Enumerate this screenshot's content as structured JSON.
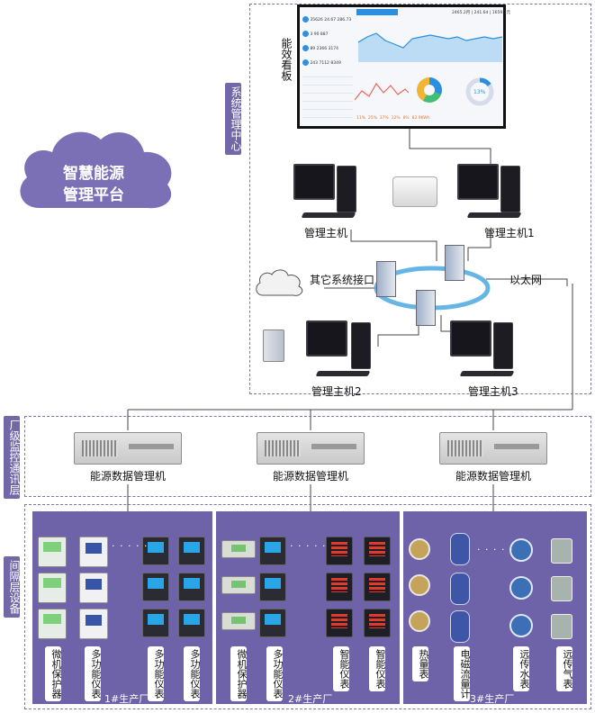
{
  "cloud_title": {
    "line1": "智慧能源",
    "line2": "管理平台"
  },
  "tiers": {
    "management_center": "系统管理中心",
    "factory_comm": "厂级监控通讯层",
    "bay_devices": "间隔层设备"
  },
  "dashboard_label": "能效看板",
  "dashboard": {
    "date_text": "2465.2月 | 241.6d | 1659.1元",
    "stats": [
      [
        "35626",
        "24.67",
        "286.73"
      ],
      [
        "3",
        "90",
        "887"
      ],
      [
        "89",
        "2366",
        "3174"
      ],
      [
        "243",
        "7112",
        "8349"
      ]
    ],
    "ring_value": "13%",
    "bottom_values": [
      "11%",
      "25%",
      "37%",
      "12%",
      "8%",
      "82.9KWh"
    ]
  },
  "management_hosts": {
    "host": "管理主机",
    "host1": "管理主机1",
    "host2": "管理主机2",
    "host3": "管理主机3"
  },
  "network": {
    "other_systems": "其它系统接口",
    "ethernet": "以太网"
  },
  "data_servers": [
    "能源数据管理机",
    "能源数据管理机",
    "能源数据管理机"
  ],
  "factories": [
    {
      "name": "1#生产厂",
      "devices": [
        "微机保护器",
        "多功能仪表",
        "多功能仪表",
        "多功能仪表"
      ]
    },
    {
      "name": "2#生产厂",
      "devices": [
        "微机保护器",
        "多功能仪表",
        "智能仪表",
        "智能仪表"
      ]
    },
    {
      "name": "3#生产厂",
      "devices": [
        "热量表",
        "电磁流量计",
        "远传水表",
        "远传气表"
      ]
    }
  ],
  "dots_text": "· · · · ·",
  "colors": {
    "accent": "#6e62a8",
    "network_ring": "#4aa8e0",
    "line": "#444444"
  }
}
